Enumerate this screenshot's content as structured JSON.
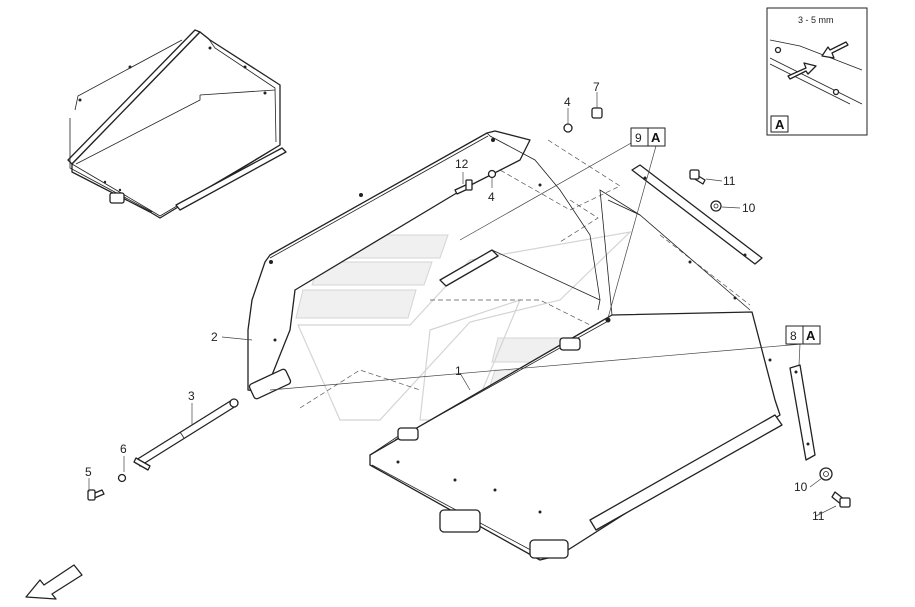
{
  "callouts": {
    "p1": "1",
    "p2": "2",
    "p3": "3",
    "p4a": "4",
    "p4b": "4",
    "p5": "5",
    "p6": "6",
    "p7": "7",
    "p8": "8",
    "p9": "9",
    "p10a": "10",
    "p10b": "10",
    "p11a": "11",
    "p11b": "11",
    "p12": "12",
    "ref_a1": "A",
    "ref_a2": "A"
  },
  "detail": {
    "gap_label": "3 - 5 mm",
    "view_label": "A"
  },
  "icons": [
    "direction-arrow-icon",
    "watermark-logo"
  ]
}
